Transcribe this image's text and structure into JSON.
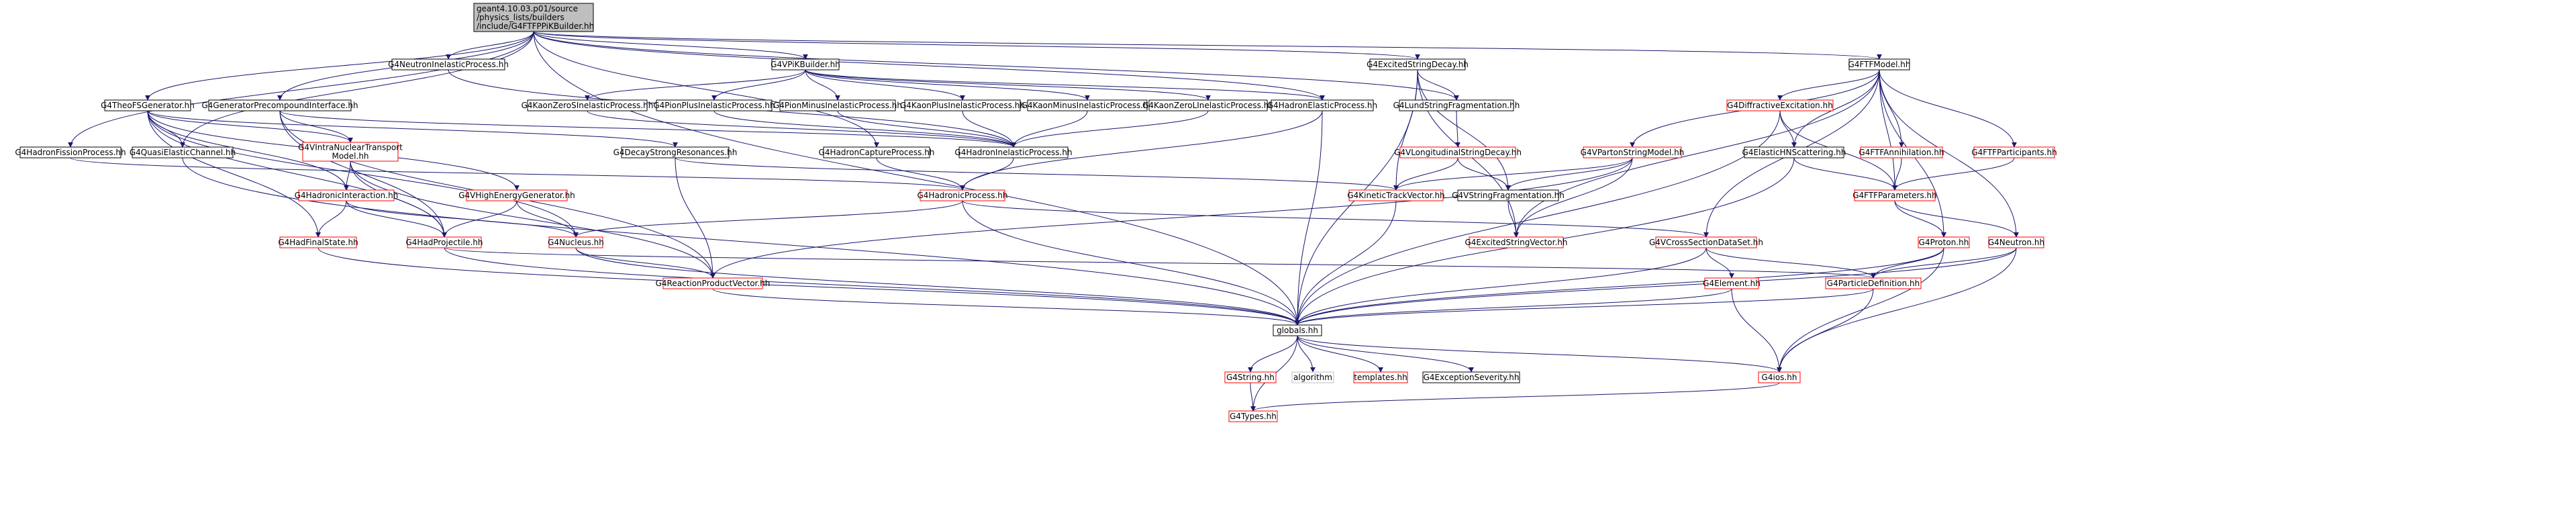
{
  "colors": {
    "background": "#ffffff",
    "edge": "#191970",
    "node_border_black": "#000000",
    "node_border_red": "#ff0000",
    "node_border_grey": "#bfbfbf",
    "node_fill": "#ffffff",
    "root_fill": "#bfbfbf",
    "text": "#000000"
  },
  "root": {
    "id": "root",
    "lines": [
      "geant4.10.03.p01/source",
      "/physics_lists/builders",
      "/include/G4FTFPPiKBuilder.hh"
    ],
    "style": "root"
  },
  "nodes": [
    {
      "id": "G4HadronFissionProcess",
      "label": "G4HadronFissionProcess.hh",
      "style": "black"
    },
    {
      "id": "G4TheoFSGenerator",
      "label": "G4TheoFSGenerator.hh",
      "style": "black"
    },
    {
      "id": "G4GeneratorPrecompound",
      "label": "G4GeneratorPrecompoundInterface.hh",
      "style": "black"
    },
    {
      "id": "G4NeutronInelastic",
      "label": "G4NeutronInelasticProcess.hh",
      "style": "black"
    },
    {
      "id": "G4VPiKBuilder",
      "label": "G4VPiKBuilder.hh",
      "style": "black"
    },
    {
      "id": "G4ExcitedStringDecay",
      "label": "G4ExcitedStringDecay.hh",
      "style": "black"
    },
    {
      "id": "G4FTFModel",
      "label": "G4FTFModel.hh",
      "style": "black"
    },
    {
      "id": "G4QuasiElasticChannel",
      "label": "G4QuasiElasticChannel.hh",
      "style": "black"
    },
    {
      "id": "G4VIntraNuclear",
      "lines": [
        "G4VIntraNuclearTransport",
        "Model.hh"
      ],
      "style": "red"
    },
    {
      "id": "G4KaonZeroS",
      "label": "G4KaonZeroSInelasticProcess.hh",
      "style": "black"
    },
    {
      "id": "G4PionPlus",
      "label": "G4PionPlusInelasticProcess.hh",
      "style": "black"
    },
    {
      "id": "G4PionMinus",
      "label": "G4PionMinusInelasticProcess.hh",
      "style": "black"
    },
    {
      "id": "G4KaonPlus",
      "label": "G4KaonPlusInelasticProcess.hh",
      "style": "black"
    },
    {
      "id": "G4KaonMinus",
      "label": "G4KaonMinusInelasticProcess.hh",
      "style": "black"
    },
    {
      "id": "G4KaonZeroL",
      "label": "G4KaonZeroLInelasticProcess.hh",
      "style": "black"
    },
    {
      "id": "G4HadronElastic",
      "label": "G4HadronElasticProcess.hh",
      "style": "black"
    },
    {
      "id": "G4LundString",
      "label": "G4LundStringFragmentation.hh",
      "style": "black"
    },
    {
      "id": "G4DiffractiveExcitation",
      "label": "G4DiffractiveExcitation.hh",
      "style": "red"
    },
    {
      "id": "G4VPartonStringModel",
      "label": "G4VPartonStringModel.hh",
      "style": "red"
    },
    {
      "id": "G4VLongitudinal",
      "label": "G4VLongitudinalStringDecay.hh",
      "style": "red"
    },
    {
      "id": "G4ElasticHNScattering",
      "label": "G4ElasticHNScattering.hh",
      "style": "black"
    },
    {
      "id": "G4FTFAnnihilation",
      "label": "G4FTFAnnihilation.hh",
      "style": "red"
    },
    {
      "id": "G4FTFParticipants",
      "label": "G4FTFParticipants.hh",
      "style": "red"
    },
    {
      "id": "G4DecayStrongRes",
      "label": "G4DecayStrongResonances.hh",
      "style": "black"
    },
    {
      "id": "G4HadronCapture",
      "label": "G4HadronCaptureProcess.hh",
      "style": "black"
    },
    {
      "id": "G4HadronInelastic",
      "label": "G4HadronInelasticProcess.hh",
      "style": "black"
    },
    {
      "id": "G4KineticTrackVector",
      "label": "G4KineticTrackVector.hh",
      "style": "red"
    },
    {
      "id": "G4VStringFragmentation",
      "label": "G4VStringFragmentation.hh",
      "style": "black"
    },
    {
      "id": "G4FTFParameters",
      "label": "G4FTFParameters.hh",
      "style": "red"
    },
    {
      "id": "G4HadronicInteraction",
      "label": "G4HadronicInteraction.hh",
      "style": "red"
    },
    {
      "id": "G4VHighEnergyGenerator",
      "label": "G4VHighEnergyGenerator.hh",
      "style": "red"
    },
    {
      "id": "G4HadronicProcess",
      "label": "G4HadronicProcess.hh",
      "style": "red"
    },
    {
      "id": "G4HadFinalState",
      "label": "G4HadFinalState.hh",
      "style": "red"
    },
    {
      "id": "G4HadProjectile",
      "label": "G4HadProjectile.hh",
      "style": "red"
    },
    {
      "id": "G4Nucleus",
      "label": "G4Nucleus.hh",
      "style": "red"
    },
    {
      "id": "G4ExcitedStringVector",
      "label": "G4ExcitedStringVector.hh",
      "style": "red"
    },
    {
      "id": "G4VCrossSectionDataSet",
      "label": "G4VCrossSectionDataSet.hh",
      "style": "red"
    },
    {
      "id": "G4Proton",
      "label": "G4Proton.hh",
      "style": "red"
    },
    {
      "id": "G4Neutron",
      "label": "G4Neutron.hh",
      "style": "red"
    },
    {
      "id": "G4ReactionProductVector",
      "label": "G4ReactionProductVector.hh",
      "style": "red"
    },
    {
      "id": "G4Element",
      "label": "G4Element.hh",
      "style": "red"
    },
    {
      "id": "G4ParticleDefinition",
      "label": "G4ParticleDefinition.hh",
      "style": "red"
    },
    {
      "id": "globals",
      "label": "globals.hh",
      "style": "black"
    },
    {
      "id": "G4String",
      "label": "G4String.hh",
      "style": "red"
    },
    {
      "id": "algorithm",
      "label": "algorithm",
      "style": "grey"
    },
    {
      "id": "templates",
      "label": "templates.hh",
      "style": "red"
    },
    {
      "id": "G4ExceptionSeverity",
      "label": "G4ExceptionSeverity.hh",
      "style": "black"
    },
    {
      "id": "G4ios",
      "label": "G4ios.hh",
      "style": "red"
    },
    {
      "id": "G4Types",
      "label": "G4Types.hh",
      "style": "red"
    }
  ],
  "edges": [
    [
      "root",
      "G4HadronFissionProcess"
    ],
    [
      "root",
      "G4TheoFSGenerator"
    ],
    [
      "root",
      "G4GeneratorPrecompound"
    ],
    [
      "root",
      "G4NeutronInelastic"
    ],
    [
      "root",
      "G4VPiKBuilder"
    ],
    [
      "root",
      "G4ExcitedStringDecay"
    ],
    [
      "root",
      "G4FTFModel"
    ],
    [
      "root",
      "G4QuasiElasticChannel"
    ],
    [
      "root",
      "G4LundString"
    ],
    [
      "root",
      "G4HadronElastic"
    ],
    [
      "root",
      "G4HadronCapture"
    ],
    [
      "root",
      "globals"
    ],
    [
      "G4HadronFissionProcess",
      "G4HadronicProcess"
    ],
    [
      "G4TheoFSGenerator",
      "G4QuasiElasticChannel"
    ],
    [
      "G4TheoFSGenerator",
      "G4VIntraNuclear"
    ],
    [
      "G4TheoFSGenerator",
      "G4HadronicInteraction"
    ],
    [
      "G4TheoFSGenerator",
      "G4VHighEnergyGenerator"
    ],
    [
      "G4TheoFSGenerator",
      "G4HadFinalState"
    ],
    [
      "G4TheoFSGenerator",
      "G4HadProjectile"
    ],
    [
      "G4TheoFSGenerator",
      "G4Nucleus"
    ],
    [
      "G4TheoFSGenerator",
      "G4DecayStrongRes"
    ],
    [
      "G4GeneratorPrecompound",
      "G4VIntraNuclear"
    ],
    [
      "G4GeneratorPrecompound",
      "G4HadProjectile"
    ],
    [
      "G4GeneratorPrecompound",
      "G4ReactionProductVector"
    ],
    [
      "G4GeneratorPrecompound",
      "G4HadronInelastic"
    ],
    [
      "G4NeutronInelastic",
      "G4HadronInelastic"
    ],
    [
      "G4VPiKBuilder",
      "G4KaonZeroS"
    ],
    [
      "G4VPiKBuilder",
      "G4PionPlus"
    ],
    [
      "G4VPiKBuilder",
      "G4PionMinus"
    ],
    [
      "G4VPiKBuilder",
      "G4KaonPlus"
    ],
    [
      "G4VPiKBuilder",
      "G4KaonMinus"
    ],
    [
      "G4VPiKBuilder",
      "G4KaonZeroL"
    ],
    [
      "G4VPiKBuilder",
      "G4HadronElastic"
    ],
    [
      "G4KaonZeroS",
      "G4HadronInelastic"
    ],
    [
      "G4PionPlus",
      "G4HadronInelastic"
    ],
    [
      "G4PionMinus",
      "G4HadronInelastic"
    ],
    [
      "G4KaonPlus",
      "G4HadronInelastic"
    ],
    [
      "G4KaonMinus",
      "G4HadronInelastic"
    ],
    [
      "G4KaonZeroL",
      "G4HadronInelastic"
    ],
    [
      "G4HadronElastic",
      "G4HadronicProcess"
    ],
    [
      "G4HadronElastic",
      "globals"
    ],
    [
      "G4HadronCapture",
      "G4HadronicProcess"
    ],
    [
      "G4HadronInelastic",
      "G4HadronicProcess"
    ],
    [
      "G4ExcitedStringDecay",
      "G4LundString"
    ],
    [
      "G4ExcitedStringDecay",
      "G4VStringFragmentation"
    ],
    [
      "G4ExcitedStringDecay",
      "G4KineticTrackVector"
    ],
    [
      "G4ExcitedStringDecay",
      "G4ExcitedStringVector"
    ],
    [
      "G4ExcitedStringDecay",
      "globals"
    ],
    [
      "G4LundString",
      "G4VLongitudinal"
    ],
    [
      "G4VLongitudinal",
      "G4VStringFragmentation"
    ],
    [
      "G4VLongitudinal",
      "G4KineticTrackVector"
    ],
    [
      "G4FTFModel",
      "G4DiffractiveExcitation"
    ],
    [
      "G4FTFModel",
      "G4VPartonStringModel"
    ],
    [
      "G4FTFModel",
      "G4ElasticHNScattering"
    ],
    [
      "G4FTFModel",
      "G4FTFAnnihilation"
    ],
    [
      "G4FTFModel",
      "G4FTFParticipants"
    ],
    [
      "G4FTFModel",
      "G4FTFParameters"
    ],
    [
      "G4FTFModel",
      "G4ExcitedStringVector"
    ],
    [
      "G4FTFModel",
      "G4Proton"
    ],
    [
      "G4FTFModel",
      "G4Neutron"
    ],
    [
      "G4FTFModel",
      "G4VCrossSectionDataSet"
    ],
    [
      "G4DiffractiveExcitation",
      "G4ElasticHNScattering"
    ],
    [
      "G4DiffractiveExcitation",
      "G4FTFParameters"
    ],
    [
      "G4DiffractiveExcitation",
      "globals"
    ],
    [
      "G4VPartonStringModel",
      "G4VStringFragmentation"
    ],
    [
      "G4VPartonStringModel",
      "G4KineticTrackVector"
    ],
    [
      "G4VPartonStringModel",
      "G4ExcitedStringVector"
    ],
    [
      "G4VPartonStringModel",
      "G4ReactionProductVector"
    ],
    [
      "G4ElasticHNScattering",
      "G4FTFParameters"
    ],
    [
      "G4ElasticHNScattering",
      "globals"
    ],
    [
      "G4FTFAnnihilation",
      "G4FTFParameters"
    ],
    [
      "G4FTFParticipants",
      "G4FTFParameters"
    ],
    [
      "G4FTFParameters",
      "G4Proton"
    ],
    [
      "G4FTFParameters",
      "G4Neutron"
    ],
    [
      "G4VStringFragmentation",
      "G4ExcitedStringVector"
    ],
    [
      "G4KineticTrackVector",
      "globals"
    ],
    [
      "G4VIntraNuclear",
      "G4HadronicInteraction"
    ],
    [
      "G4VIntraNuclear",
      "G4HadProjectile"
    ],
    [
      "G4VIntraNuclear",
      "G4ReactionProductVector"
    ],
    [
      "G4HadronicInteraction",
      "G4HadFinalState"
    ],
    [
      "G4HadronicInteraction",
      "G4HadProjectile"
    ],
    [
      "G4HadronicInteraction",
      "G4Nucleus"
    ],
    [
      "G4VHighEnergyGenerator",
      "G4HadProjectile"
    ],
    [
      "G4VHighEnergyGenerator",
      "G4Nucleus"
    ],
    [
      "G4DecayStrongRes",
      "G4KineticTrackVector"
    ],
    [
      "G4DecayStrongRes",
      "G4ReactionProductVector"
    ],
    [
      "G4HadronicProcess",
      "G4Nucleus"
    ],
    [
      "G4HadronicProcess",
      "G4VCrossSectionDataSet"
    ],
    [
      "G4HadronicProcess",
      "globals"
    ],
    [
      "G4HadFinalState",
      "globals"
    ],
    [
      "G4HadProjectile",
      "G4ParticleDefinition"
    ],
    [
      "G4HadProjectile",
      "globals"
    ],
    [
      "G4Nucleus",
      "G4ReactionProductVector"
    ],
    [
      "G4Nucleus",
      "globals"
    ],
    [
      "G4ReactionProductVector",
      "globals"
    ],
    [
      "G4VCrossSectionDataSet",
      "G4Element"
    ],
    [
      "G4VCrossSectionDataSet",
      "G4ParticleDefinition"
    ],
    [
      "G4VCrossSectionDataSet",
      "globals"
    ],
    [
      "G4Proton",
      "G4ParticleDefinition"
    ],
    [
      "G4Proton",
      "globals"
    ],
    [
      "G4Proton",
      "G4ios"
    ],
    [
      "G4Neutron",
      "G4ParticleDefinition"
    ],
    [
      "G4Neutron",
      "globals"
    ],
    [
      "G4Neutron",
      "G4ios"
    ],
    [
      "G4Element",
      "globals"
    ],
    [
      "G4Element",
      "G4ios"
    ],
    [
      "G4ParticleDefinition",
      "globals"
    ],
    [
      "G4ParticleDefinition",
      "G4ios"
    ],
    [
      "G4QuasiElasticChannel",
      "globals"
    ],
    [
      "globals",
      "G4String"
    ],
    [
      "globals",
      "algorithm"
    ],
    [
      "globals",
      "templates"
    ],
    [
      "globals",
      "G4ExceptionSeverity"
    ],
    [
      "globals",
      "G4ios"
    ],
    [
      "globals",
      "G4Types"
    ],
    [
      "G4String",
      "G4Types"
    ],
    [
      "G4ios",
      "G4Types"
    ]
  ]
}
